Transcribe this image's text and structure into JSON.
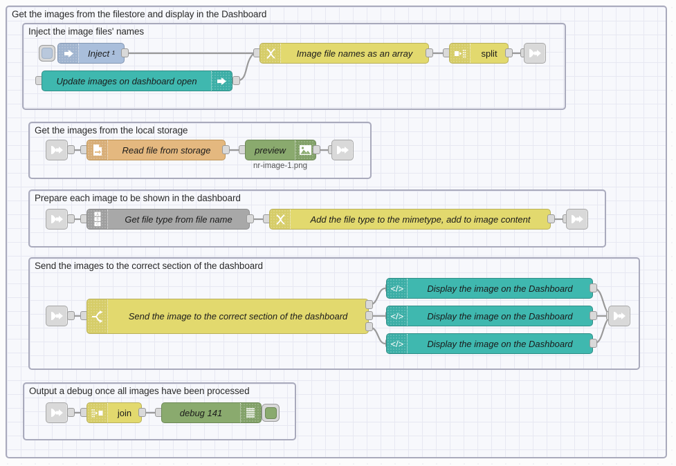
{
  "canvas": {
    "grid": "dotted",
    "background_color": "#fcfcfc",
    "group_background": "#f7f8fc",
    "group_border": "#a9aabc",
    "wire_color": "#999999"
  },
  "outer_group": {
    "label": "Get the images from the filestore and display in the Dashboard"
  },
  "groups": [
    {
      "id": "g-inject",
      "label": "Inject the image files' names"
    },
    {
      "id": "g-storage",
      "label": "Get the images from the local storage"
    },
    {
      "id": "g-prepare",
      "label": "Prepare each image to be shown in the dashboard"
    },
    {
      "id": "g-send",
      "label": "Send the images to the correct section of the dashboard"
    },
    {
      "id": "g-debug",
      "label": "Output a debug once all images have been processed"
    }
  ],
  "nodes": {
    "inject": {
      "label": "Inject ¹",
      "icon": "inject-arrow-icon",
      "color": "#a9bedb"
    },
    "update_images": {
      "label": "Update images on dashboard open",
      "icon": "inject-arrow-icon",
      "color": "#3fb8af"
    },
    "image_array": {
      "label": "Image file names as an array",
      "icon": "function-icon",
      "color": "#e2d96e"
    },
    "split": {
      "label": "split",
      "icon": "split-icon",
      "color": "#e2d96e"
    },
    "link_out_1": {
      "label": "",
      "icon": "link-out-icon",
      "color": "#d9d9d9"
    },
    "link_in_2": {
      "label": "",
      "icon": "link-in-icon",
      "color": "#d9d9d9"
    },
    "read_file": {
      "label": "Read file from storage",
      "icon": "file-in-icon",
      "color": "#e4b87f"
    },
    "preview": {
      "label": "preview",
      "icon": "image-icon",
      "color": "#8aaa6e",
      "sublabel": "nr-image-1.png"
    },
    "link_out_2": {
      "label": "",
      "icon": "link-out-icon",
      "color": "#d9d9d9"
    },
    "link_in_3": {
      "label": "",
      "icon": "link-in-icon",
      "color": "#d9d9d9"
    },
    "get_file_type": {
      "label": "Get file type from file name",
      "icon": "switch-abc-icon",
      "color": "#a8a8a8"
    },
    "add_mimetype": {
      "label": "Add the file type to the mimetype, add to image content",
      "icon": "function-icon",
      "color": "#e2d96e"
    },
    "link_out_3": {
      "label": "",
      "icon": "link-out-icon",
      "color": "#d9d9d9"
    },
    "link_in_4": {
      "label": "",
      "icon": "link-in-icon",
      "color": "#d9d9d9"
    },
    "send_section": {
      "label": "Send the image to the correct section of the dashboard",
      "icon": "switch-icon",
      "color": "#e2d96e"
    },
    "display_1": {
      "label": "Display the image on the Dashboard",
      "icon": "template-code-icon",
      "color": "#3fb8af"
    },
    "display_2": {
      "label": "Display the image on the Dashboard",
      "icon": "template-code-icon",
      "color": "#3fb8af"
    },
    "display_3": {
      "label": "Display the image on the Dashboard",
      "icon": "template-code-icon",
      "color": "#3fb8af"
    },
    "link_out_4": {
      "label": "",
      "icon": "link-out-icon",
      "color": "#d9d9d9"
    },
    "link_in_5": {
      "label": "",
      "icon": "link-in-icon",
      "color": "#d9d9d9"
    },
    "join": {
      "label": "join",
      "icon": "join-icon",
      "color": "#e2d96e"
    },
    "debug": {
      "label": "debug 141",
      "icon": "debug-lines-icon",
      "color": "#8aaa6e"
    }
  }
}
